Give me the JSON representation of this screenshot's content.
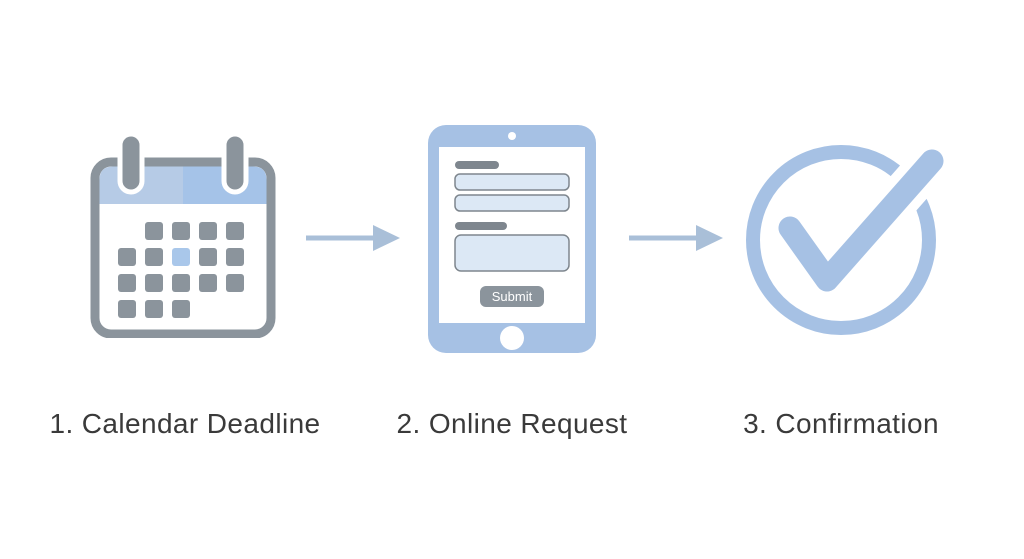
{
  "steps": [
    {
      "id": 1,
      "label": "1. Calendar Deadline",
      "icon": "calendar-icon"
    },
    {
      "id": 2,
      "label": "2. Online Request",
      "icon": "tablet-form-icon"
    },
    {
      "id": 3,
      "label": "3. Confirmation",
      "icon": "check-circle-icon"
    }
  ],
  "form": {
    "submit_label": "Submit"
  },
  "colors": {
    "background": "#ffffff",
    "accent_blue": "#a6c1e4",
    "header_blue_left": "#b6cbe6",
    "header_blue_right": "#a5c3e8",
    "highlight_day": "#a9c7ea",
    "light_blue_fill": "#dce8f5",
    "gray": "#8b949c",
    "dark_gray": "#7e868e",
    "arrow": "#a9bfd8",
    "text": "#3a3a3a"
  }
}
